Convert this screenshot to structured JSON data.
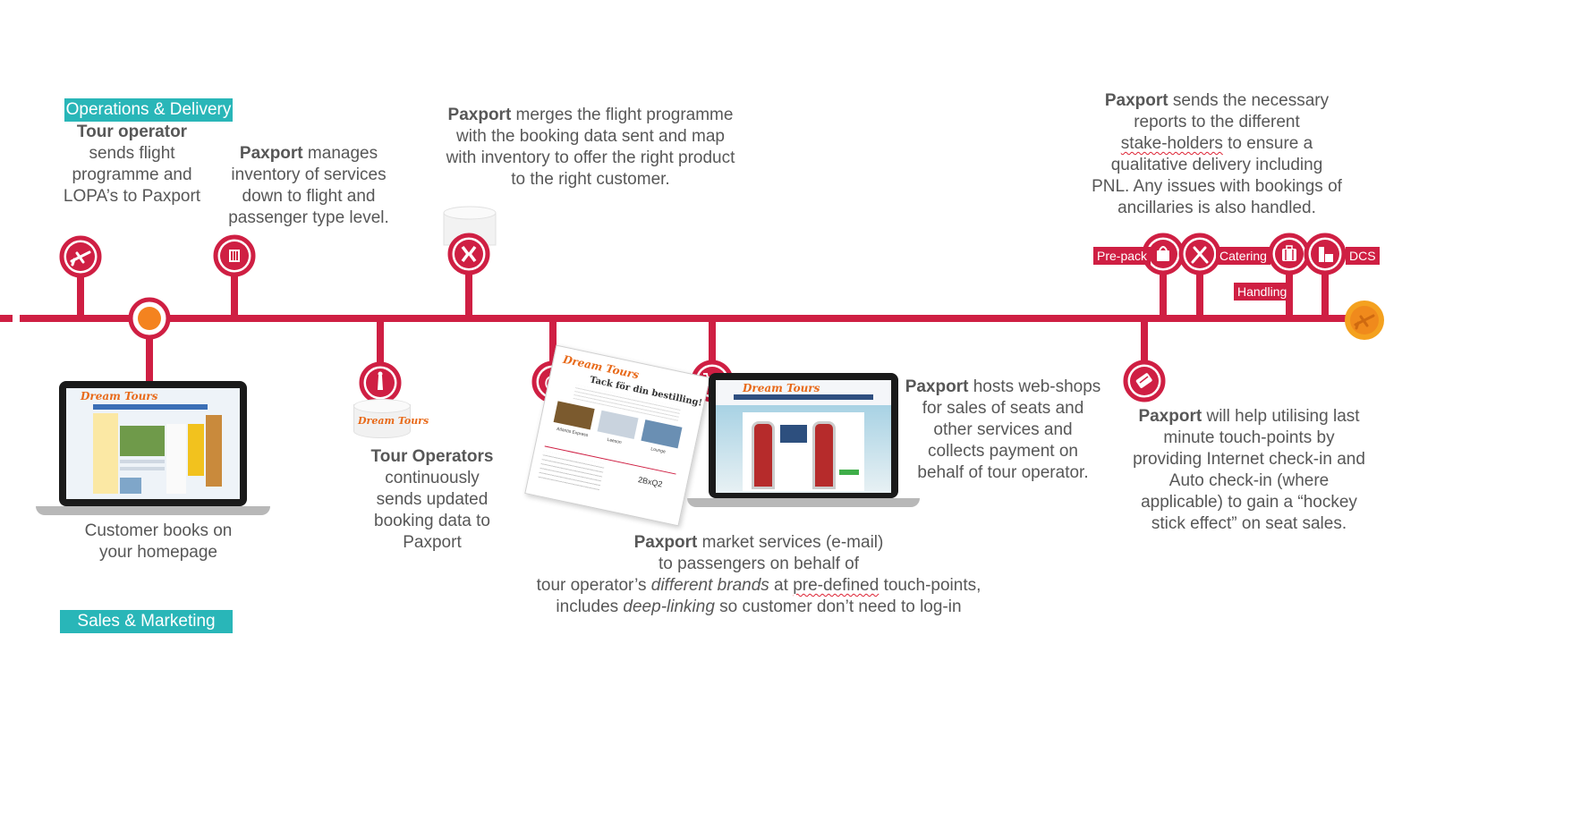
{
  "labels": {
    "operations": "Operations & Delivery",
    "sales": "Sales & Marketing",
    "prepack": "Pre-pack",
    "catering": "Catering",
    "handling": "Handling",
    "dcs": "DCS"
  },
  "texts": {
    "tour_op_title": "Tour operator",
    "tour_op_body": [
      "sends flight",
      "programme and",
      "LOPA’s to Paxport"
    ],
    "manages_bold": "Paxport",
    "manages_first": " manages",
    "manages_body": [
      "inventory of services",
      "down to flight and",
      "passenger type level."
    ],
    "merges_bold": "Paxport",
    "merges_first": " merges the flight programme",
    "merges_body": [
      "with the booking data sent and map",
      "with inventory to offer the right product",
      "to the right customer."
    ],
    "reports_bold": "Paxport",
    "reports_first": " sends the necessary",
    "reports_l2": "reports to the different",
    "reports_l3a": "stake-holders",
    "reports_l3b": " to ensure a",
    "reports_l4": "qualitative delivery including",
    "reports_l5": "PNL. Any issues with bookings of",
    "reports_l6": "ancillaries is also handled.",
    "customer": [
      "Customer books on",
      "your homepage"
    ],
    "tourops_title": "Tour Operators",
    "tourops_body": [
      "continuously",
      "sends updated",
      "booking data to",
      "Paxport"
    ],
    "hosts_bold": "Paxport",
    "hosts_first": " hosts web-shops",
    "hosts_body": [
      "for sales of seats and",
      "other services and",
      "collects payment on",
      "behalf of tour operator."
    ],
    "market_bold": "Paxport",
    "market_first": " market services (e-mail)",
    "market_l2": "to passengers on behalf of",
    "market_l3a": "tour operator’s ",
    "market_l3b": "different brands",
    "market_l3c": " at ",
    "market_l3d": "pre-defined",
    "market_l3e": " touch-points,",
    "market_l4a": "includes ",
    "market_l4b": "deep-linking",
    "market_l4c": " so customer don’t need to log-in",
    "lastmin_bold": "Paxport",
    "lastmin_first": " will help utilising last",
    "lastmin_body": [
      "minute touch-points by",
      "providing Internet check-in and",
      "Auto check-in (where",
      "applicable) to gain a “hockey",
      "stick effect” on seat sales."
    ]
  },
  "visual": {
    "brand": "Dream Tours",
    "email_heading": "Tack för din bestilling!",
    "email_items": [
      "Atlantis Express",
      "Leeson",
      "Lounge"
    ],
    "email_code": "2BxQ2"
  },
  "colors": {
    "red": "#cf1f43",
    "teal": "#29b6b8",
    "orange": "#f4831f"
  }
}
